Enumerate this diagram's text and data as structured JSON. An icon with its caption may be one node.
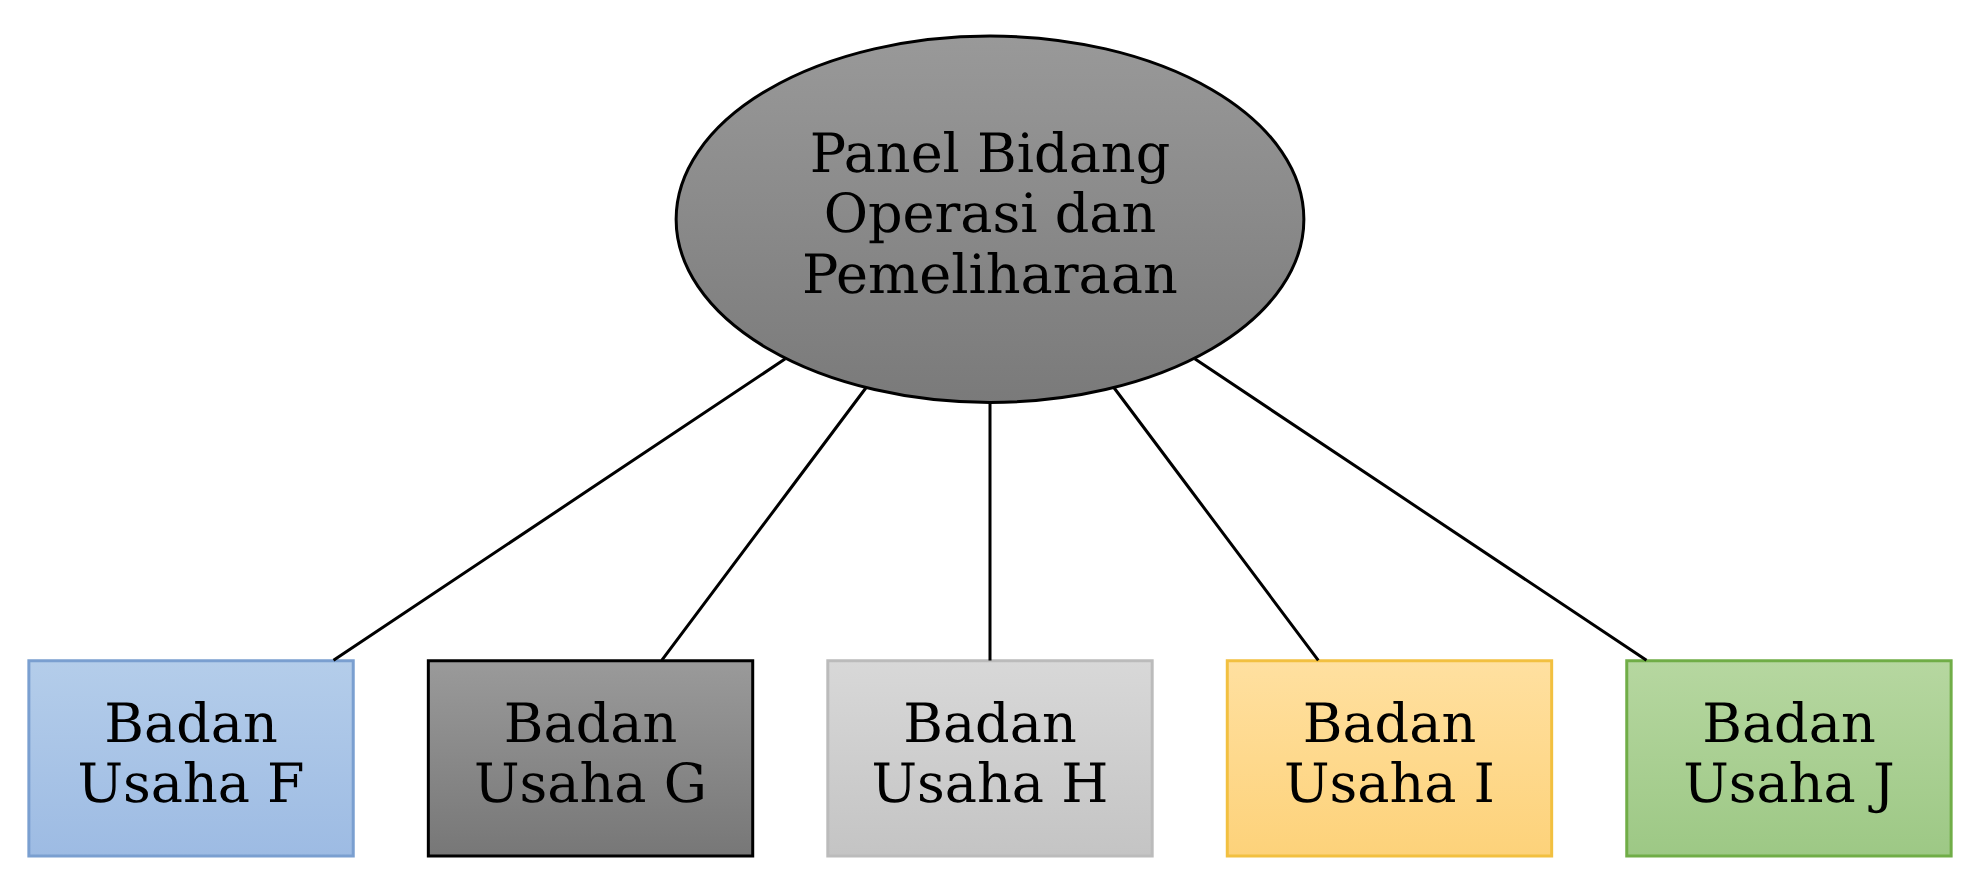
{
  "diagram": {
    "nodes": [
      {
        "text": [
          "Panel Bidang Operasi dan Pemeliharaan"
        ]
      },
      {
        "text": [
          "Badan Usaha F"
        ]
      },
      {
        "text": [
          "Badan Usaha G"
        ]
      },
      {
        "text": [
          "Badan Usaha H"
        ]
      },
      {
        "text": [
          "Badan Usaha I"
        ]
      },
      {
        "text": [
          "Badan Usaha J"
        ]
      }
    ],
    "edges": [
      {
        "from": 0,
        "to": 1,
        "arrow": "none"
      },
      {
        "from": 0,
        "to": 2,
        "arrow": "none"
      },
      {
        "from": 0,
        "to": 3,
        "arrow": "none"
      },
      {
        "from": 0,
        "to": 4,
        "arrow": "none"
      },
      {
        "from": 0,
        "to": 5,
        "arrow": "none"
      }
    ]
  }
}
